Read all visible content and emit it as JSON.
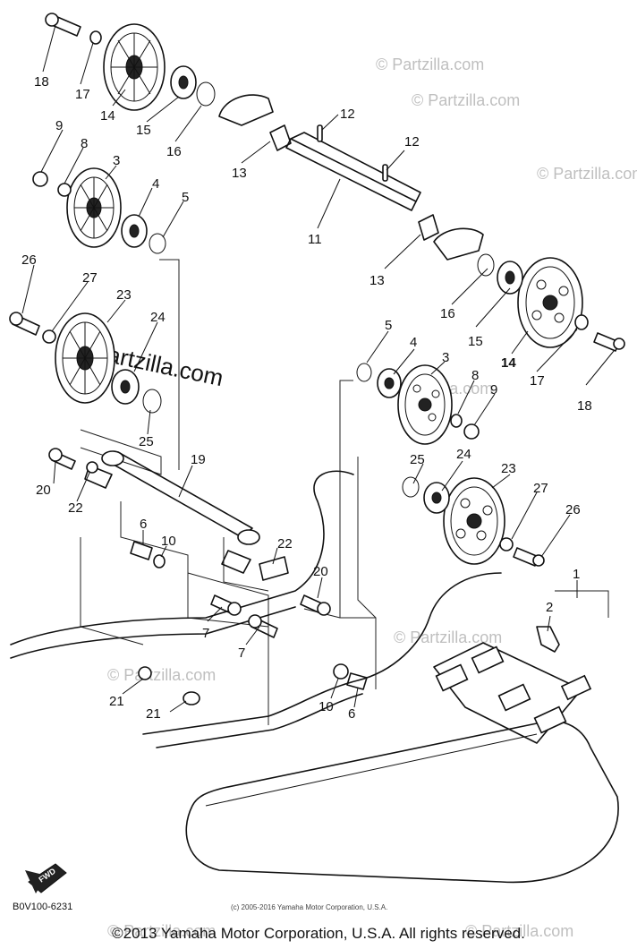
{
  "diagram": {
    "callouts": {
      "c1": "1",
      "c2": "2",
      "c3a": "3",
      "c3b": "3",
      "c4a": "4",
      "c4b": "4",
      "c5a": "5",
      "c5b": "5",
      "c6a": "6",
      "c6b": "6",
      "c7a": "7",
      "c7b": "7",
      "c8a": "8",
      "c8b": "8",
      "c9a": "9",
      "c9b": "9",
      "c10a": "10",
      "c10b": "10",
      "c11": "11",
      "c12a": "12",
      "c12b": "12",
      "c13a": "13",
      "c13b": "13",
      "c14a": "14",
      "c14b": "14",
      "c15a": "15",
      "c15b": "15",
      "c16a": "16",
      "c16b": "16",
      "c17a": "17",
      "c17b": "17",
      "c18a": "18",
      "c18b": "18",
      "c19": "19",
      "c20a": "20",
      "c20b": "20",
      "c21a": "21",
      "c21b": "21",
      "c22a": "22",
      "c22b": "22",
      "c23a": "23",
      "c23b": "23",
      "c24a": "24",
      "c24b": "24",
      "c25a": "25",
      "c25b": "25",
      "c26a": "26",
      "c26b": "26",
      "c27a": "27",
      "c27b": "27"
    },
    "watermarks": {
      "w1": "© Partzilla.com",
      "w2": "© Partzilla.com",
      "w3": "© Partzilla.com",
      "w4": "© Partzilla.com",
      "w5": "© Partzilla.com",
      "w6": "© Partzilla.com",
      "w7": "© Partzilla.com",
      "w8": "© Partzilla.com",
      "center": "© Partzilla.com",
      "copyright_small": "(c) 2005-2016 Yamaha Motor Corporation, U.S.A."
    },
    "fwd_label": "FWD",
    "diagram_code": "B0V100-6231"
  },
  "footer": {
    "copyright": "©2013 Yamaha Motor Corporation, U.S.A. All rights reserved."
  }
}
